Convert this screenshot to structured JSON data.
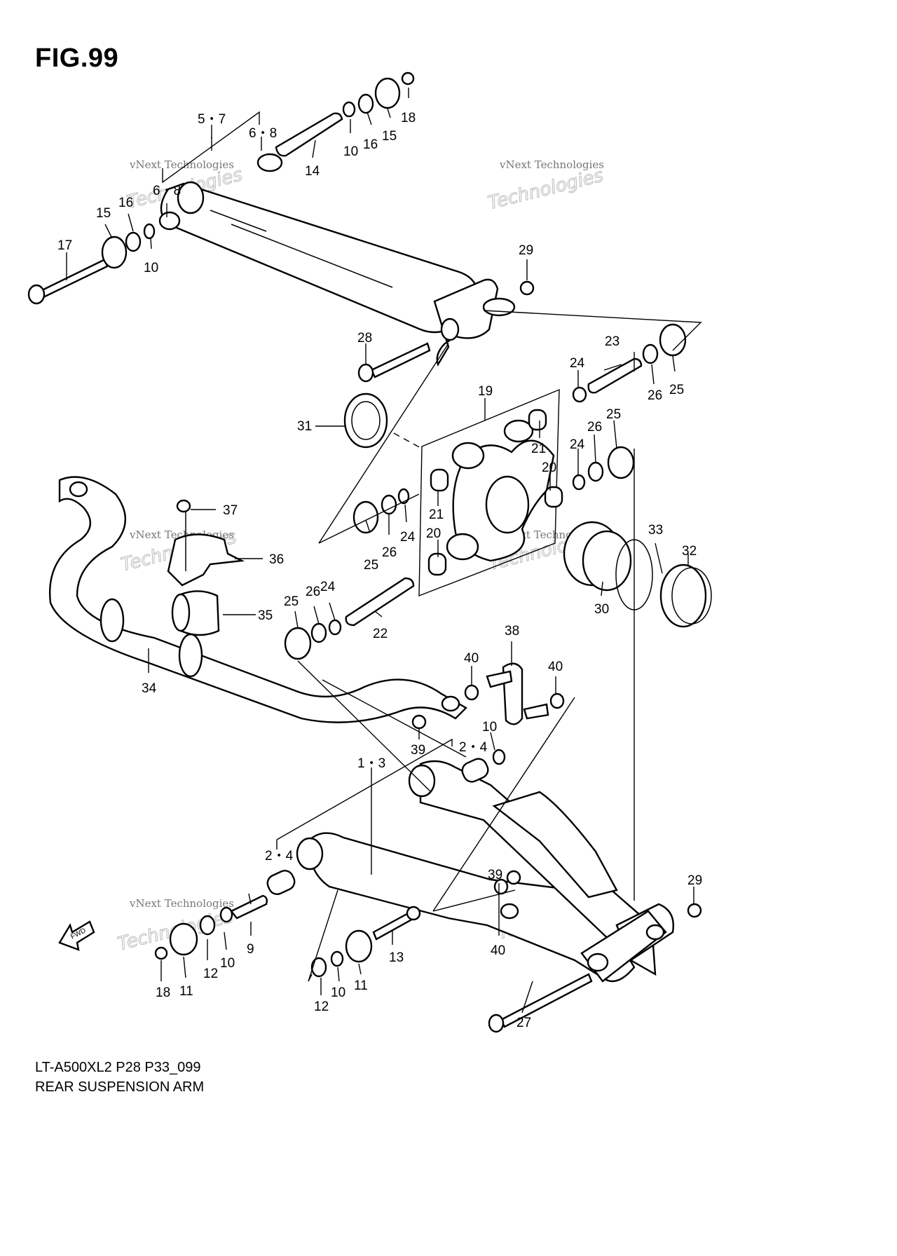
{
  "figure_title": "FIG.99",
  "model_code": "LT-A500XL2 P28 P33_099",
  "diagram_title": "REAR SUSPENSION ARM",
  "watermark": {
    "line1": "vNext Technologies",
    "line2": "Technologies"
  },
  "fwd_label": "FWD",
  "callouts": {
    "c1_3": "1・3",
    "c2_4a": "2・4",
    "c2_4b": "2・4",
    "c5_7": "5・7",
    "c6_8a": "6・8",
    "c6_8b": "6・8",
    "c9": "9",
    "c10a": "10",
    "c10b": "10",
    "c10c": "10",
    "c10d": "10",
    "c10e": "10",
    "c11a": "11",
    "c11b": "11",
    "c12a": "12",
    "c12b": "12",
    "c13": "13",
    "c14": "14",
    "c15a": "15",
    "c15b": "15",
    "c16a": "16",
    "c16b": "16",
    "c17": "17",
    "c18a": "18",
    "c18b": "18",
    "c19": "19",
    "c20a": "20",
    "c20b": "20",
    "c21a": "21",
    "c21b": "21",
    "c22": "22",
    "c23": "23",
    "c24a": "24",
    "c24b": "24",
    "c24c": "24",
    "c24d": "24",
    "c25a": "25",
    "c25b": "25",
    "c25c": "25",
    "c25d": "25",
    "c26a": "26",
    "c26b": "26",
    "c26c": "26",
    "c26d": "26",
    "c27": "27",
    "c28": "28",
    "c29a": "29",
    "c29b": "29",
    "c30": "30",
    "c31": "31",
    "c32": "32",
    "c33": "33",
    "c34": "34",
    "c35": "35",
    "c36": "36",
    "c37": "37",
    "c38": "38",
    "c39a": "39",
    "c39b": "39",
    "c40a": "40",
    "c40b": "40",
    "c40c": "40"
  }
}
